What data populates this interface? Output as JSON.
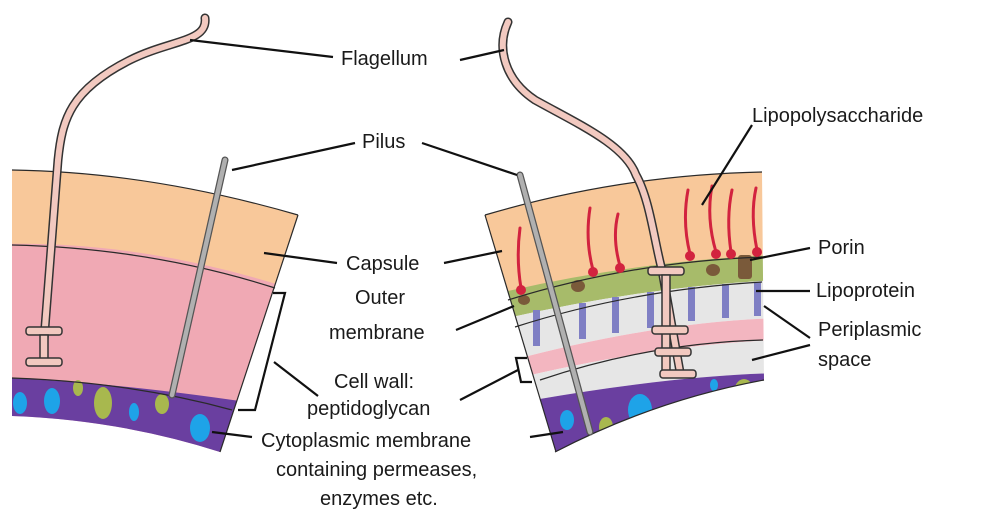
{
  "labels": {
    "flagellum": "Flagellum",
    "pilus": "Pilus",
    "capsule": "Capsule",
    "outer_membrane_line1": "Outer",
    "outer_membrane_line2": "membrane",
    "cell_wall_line1": "Cell wall:",
    "cell_wall_line2": "peptidoglycan",
    "cytoplasmic_line1": "Cytoplasmic membrane",
    "cytoplasmic_line2": "containing permeases,",
    "cytoplasmic_line3": "enzymes etc.",
    "lipopolysaccharide": "Lipopolysaccharide",
    "porin": "Porin",
    "lipoprotein": "Lipoprotein",
    "periplasmic_line1": "Periplasmic",
    "periplasmic_line2": "space"
  },
  "colors": {
    "capsule": "#f8c89a",
    "peptidoglycan": "#f0a9b4",
    "peptidoglycan_thin": "#f3b6c0",
    "cytoplasm": "#6a3fa0",
    "outer_membrane": "#a7bb6a",
    "periplasm": "#e6e6e6",
    "lipoprotein": "#7f7fc4",
    "flagellum": "#f2c9c0",
    "pilus": "#b0b0b0",
    "lps": "#d2233f",
    "porin": "#7a5a3a",
    "permease_blue": "#1ea3e8",
    "permease_green": "#a8b84e"
  }
}
